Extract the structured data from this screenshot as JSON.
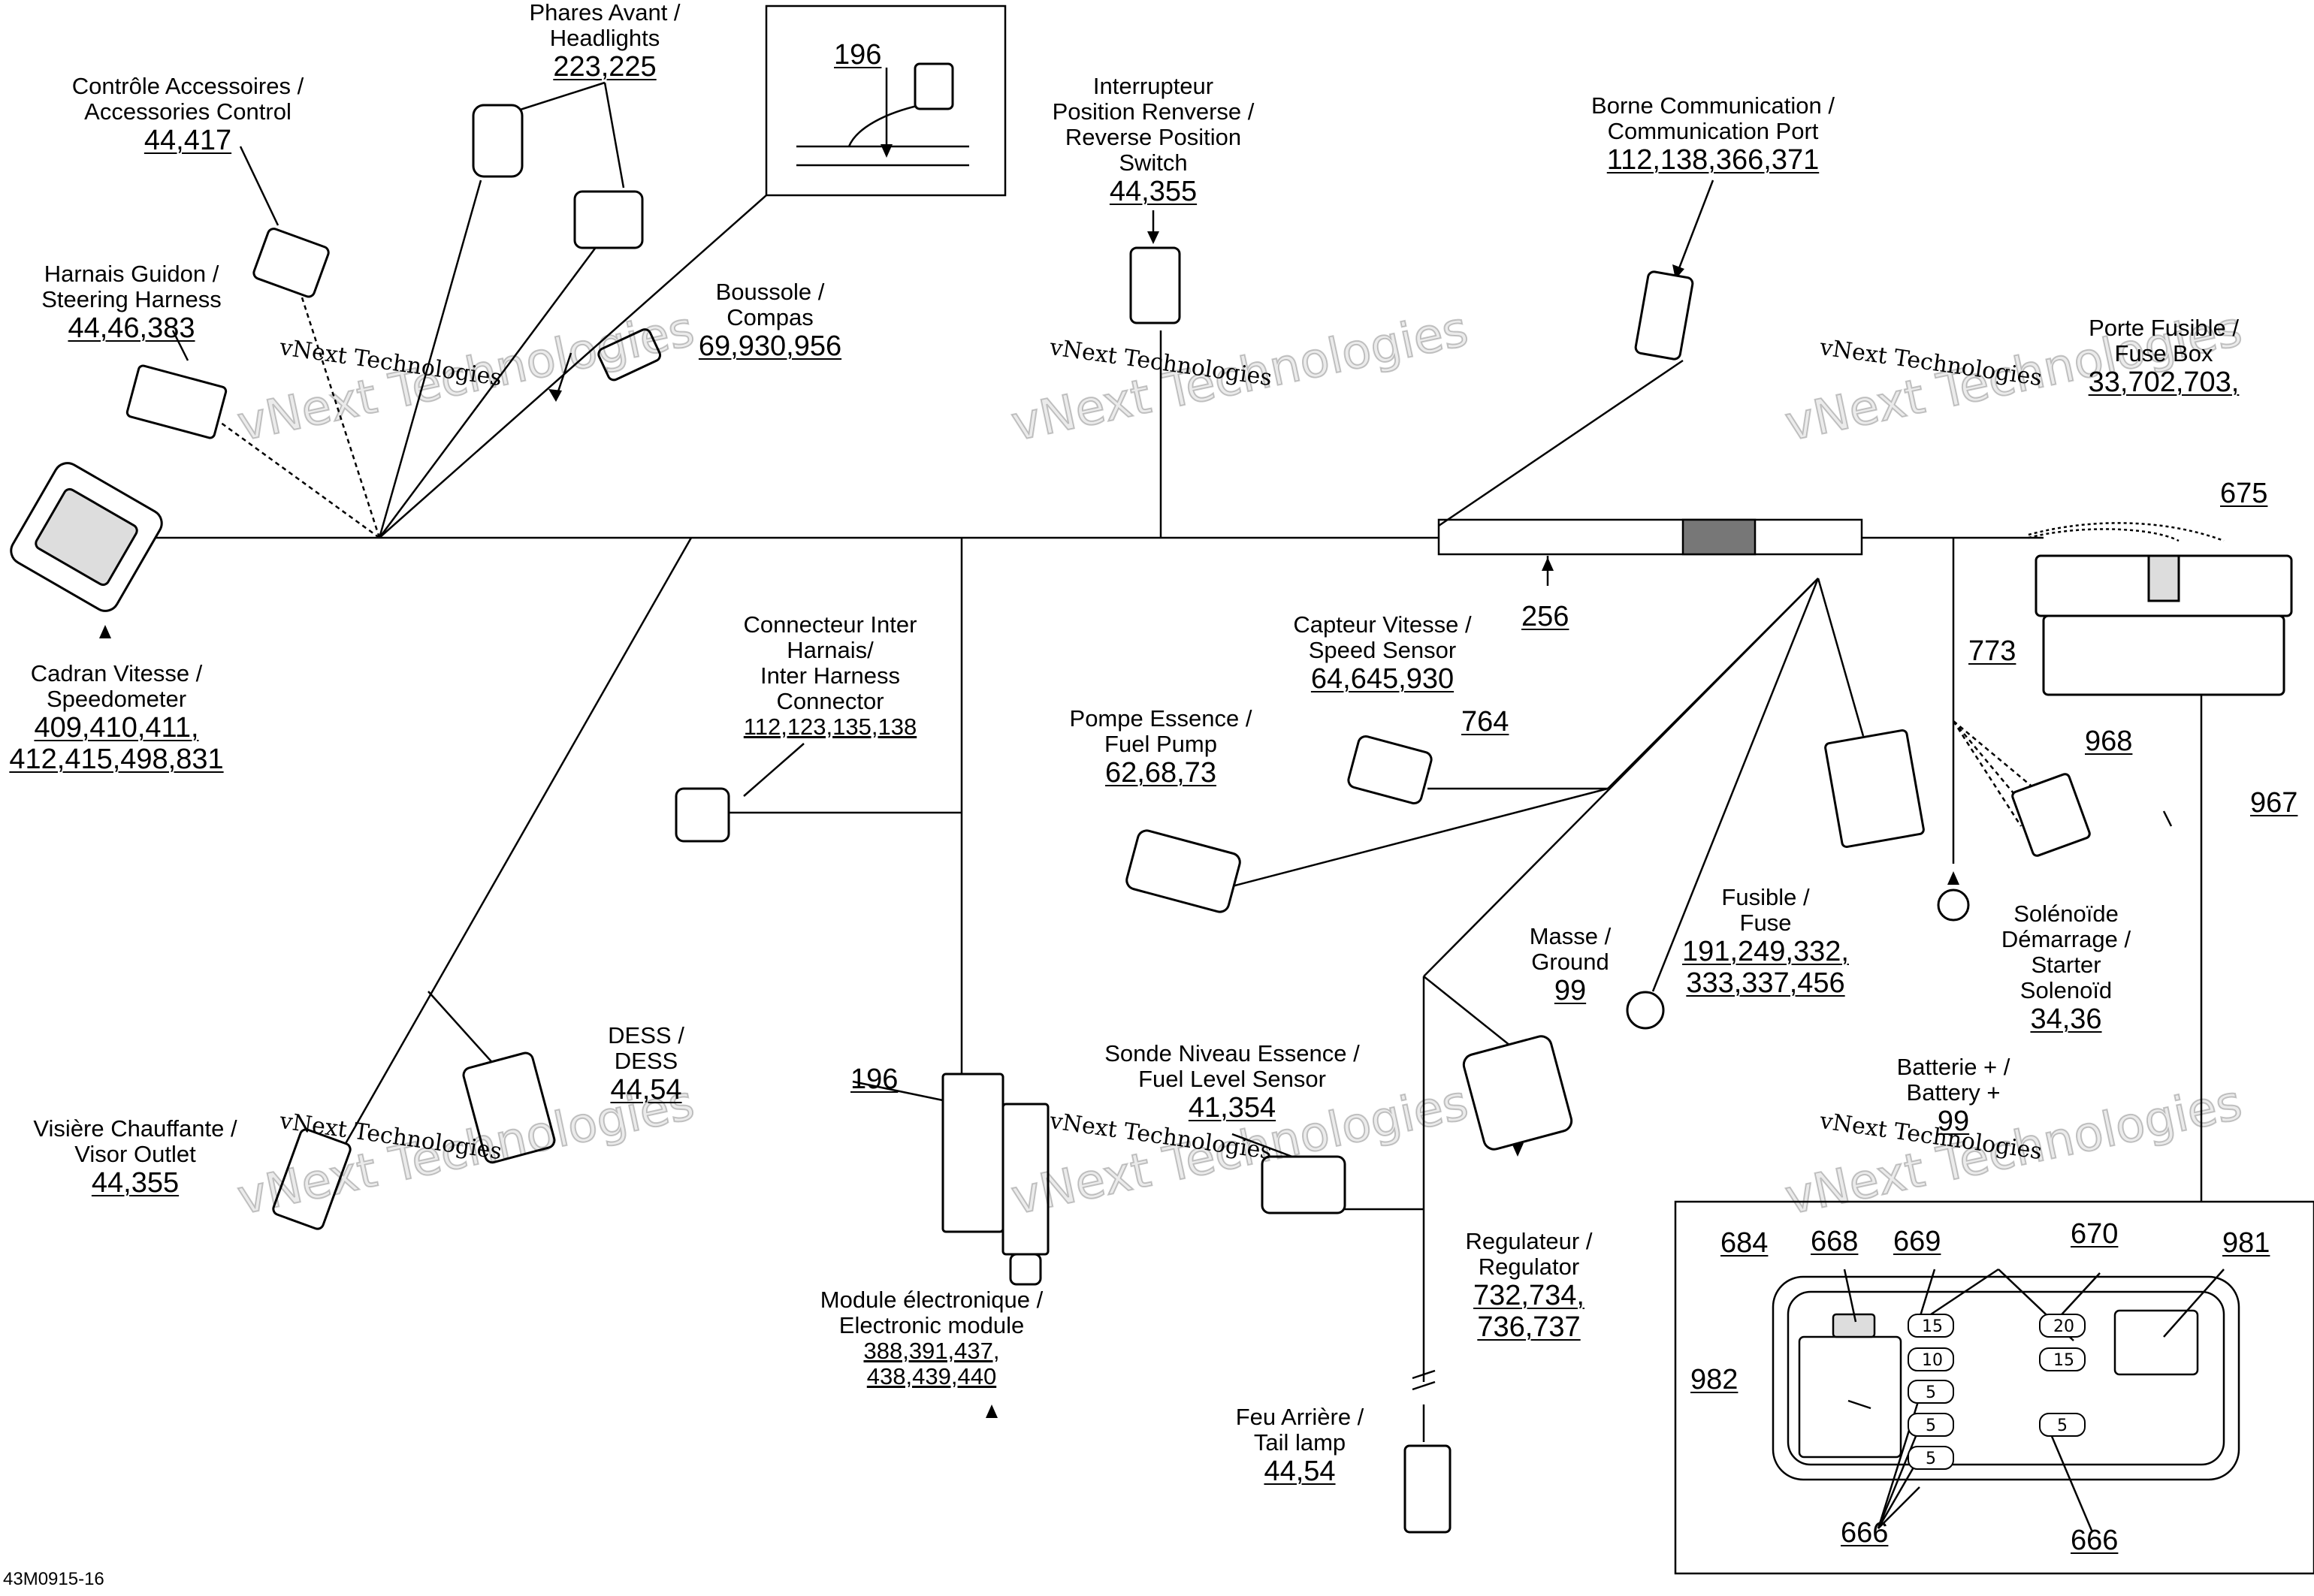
{
  "labels": {
    "headlights": {
      "l1": "Phares Avant /",
      "l2": "Headlights",
      "n": "223,225"
    },
    "accessories": {
      "l1": "Contrôle Accessoires /",
      "l2": "Accessories Control",
      "n": "44,417"
    },
    "steering": {
      "l1": "Harnais Guidon /",
      "l2": "Steering Harness",
      "n": "44,46,383"
    },
    "compass": {
      "l1": "Boussole /",
      "l2": "Compas",
      "n": "69,930,956"
    },
    "reverse": {
      "l1": "Interrupteur",
      "l2": "Position Renverse /",
      "l3": "Reverse Position",
      "l4": "Switch",
      "n": "44,355"
    },
    "comm": {
      "l1": "Borne Communication /",
      "l2": "Communication Port",
      "n": "112,138,366,371"
    },
    "fusebox": {
      "l1": "Porte Fusible /",
      "l2": "Fuse Box",
      "n": "33,702,703,"
    },
    "speedometer": {
      "l1": "Cadran Vitesse /",
      "l2": "Speedometer",
      "n1": "409,410,411,",
      "n2": "412,415,498,831"
    },
    "interharness": {
      "l1": "Connecteur Inter",
      "l2": "Harnais/",
      "l3": "Inter Harness",
      "l4": "Connector",
      "n": "112,123,135,138"
    },
    "speedsensor": {
      "l1": "Capteur Vitesse /",
      "l2": "Speed Sensor",
      "n": "64,645,930"
    },
    "fuelpump": {
      "l1": "Pompe Essence /",
      "l2": "Fuel Pump",
      "n": "62,68,73"
    },
    "fuse": {
      "l1": "Fusible /",
      "l2": "Fuse",
      "n1": "191,249,332,",
      "n2": "333,337,456"
    },
    "ground": {
      "l1": "Masse /",
      "l2": "Ground",
      "n": "99"
    },
    "starter": {
      "l1": "Solénoïde",
      "l2": "Démarrage /",
      "l3": "Starter",
      "l4": "Solenoïd",
      "n": "34,36"
    },
    "dess": {
      "l1": "DESS /",
      "l2": "DESS",
      "n": "44,54"
    },
    "visor": {
      "l1": "Visière Chauffante /",
      "l2": "Visor Outlet",
      "n": "44,355"
    },
    "module": {
      "l1": "Module électronique /",
      "l2": "Electronic module",
      "n1": "388,391,437,",
      "n2": "438,439,440"
    },
    "fuelsensor": {
      "l1": "Sonde Niveau Essence /",
      "l2": "Fuel Level Sensor",
      "n": "41,354"
    },
    "battery": {
      "l1": "Batterie + /",
      "l2": "Battery +",
      "n": "99"
    },
    "regulator": {
      "l1": "Regulateur /",
      "l2": "Regulator",
      "n1": "732,734,",
      "n2": "736,737"
    },
    "taillamp": {
      "l1": "Feu Arrière /",
      "l2": "Tail lamp",
      "n": "44,54"
    }
  },
  "refs": {
    "r196a": "196",
    "r196b": "196",
    "r256": "256",
    "r675": "675",
    "r773": "773",
    "r968": "968",
    "r967": "967",
    "r764": "764",
    "r684": "684",
    "r668": "668",
    "r669": "669",
    "r670": "670",
    "r981": "981",
    "r982": "982",
    "r666a": "666",
    "r666b": "666"
  },
  "fuse_values": [
    "15",
    "10",
    "5",
    "5",
    "5",
    "20",
    "15",
    "5"
  ],
  "watermark": {
    "small": "vNext Technologies",
    "big": "vNext Technologies"
  },
  "figure_code": "43M0915-16"
}
